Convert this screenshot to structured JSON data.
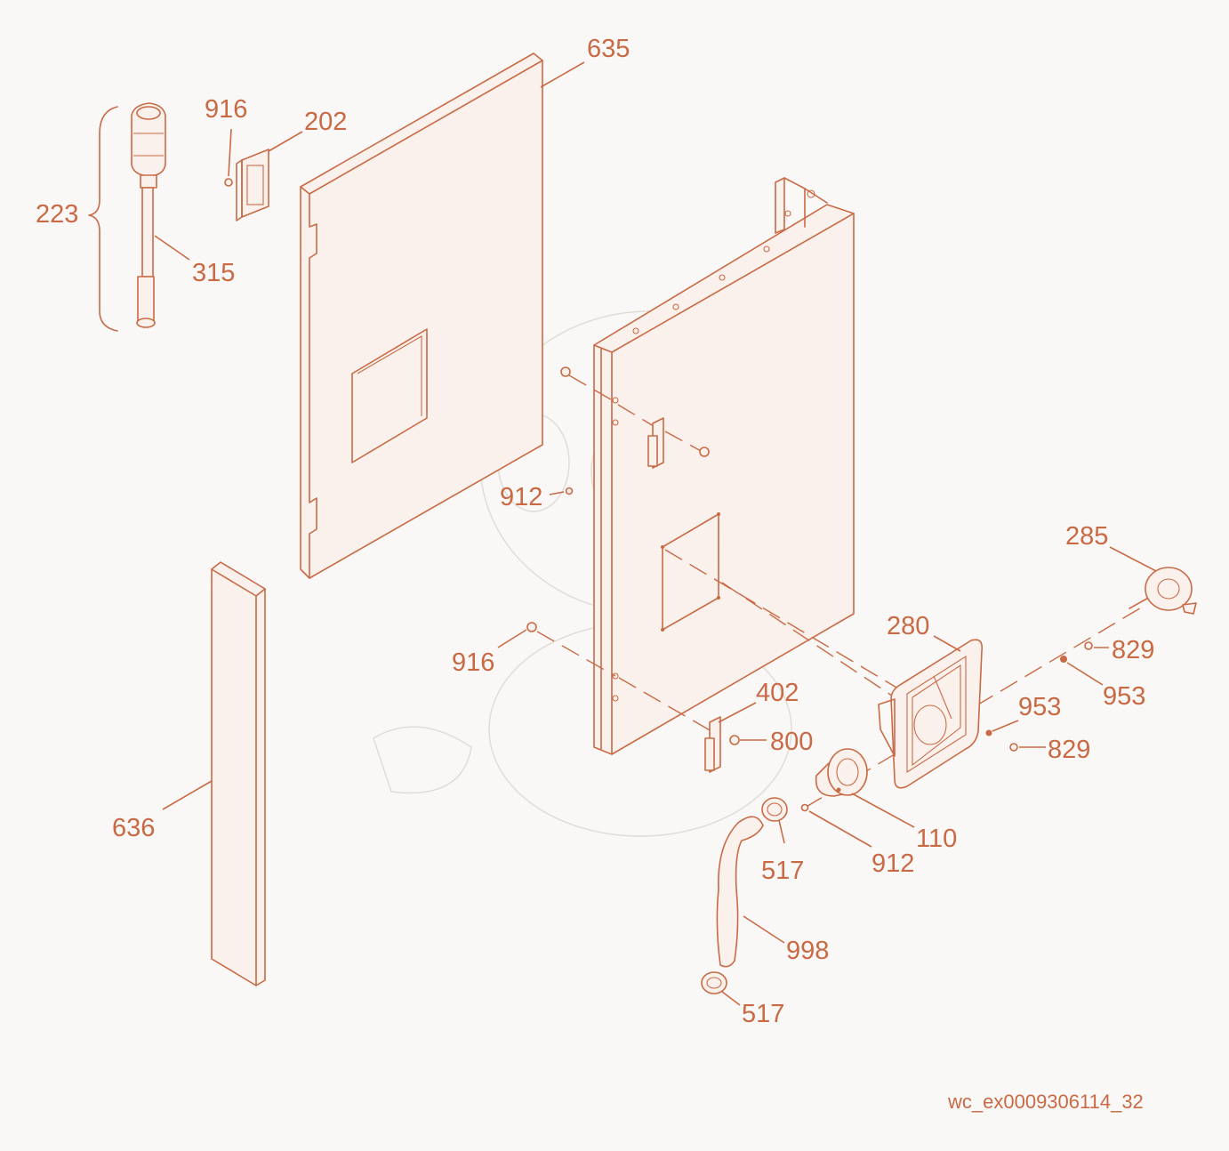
{
  "drawing_id": "wc_ex0009306114_32",
  "colors": {
    "line": "#c96a45",
    "background": "#faf8f6"
  },
  "callouts": {
    "c635": "635",
    "c916a": "916",
    "c202": "202",
    "c223": "223",
    "c315": "315",
    "c912a": "912",
    "c285": "285",
    "c280": "280",
    "c829a": "829",
    "c953a": "953",
    "c953b": "953",
    "c829b": "829",
    "c916b": "916",
    "c402": "402",
    "c800": "800",
    "c110": "110",
    "c912b": "912",
    "c517a": "517",
    "c636": "636",
    "c998": "998",
    "c517b": "517"
  }
}
